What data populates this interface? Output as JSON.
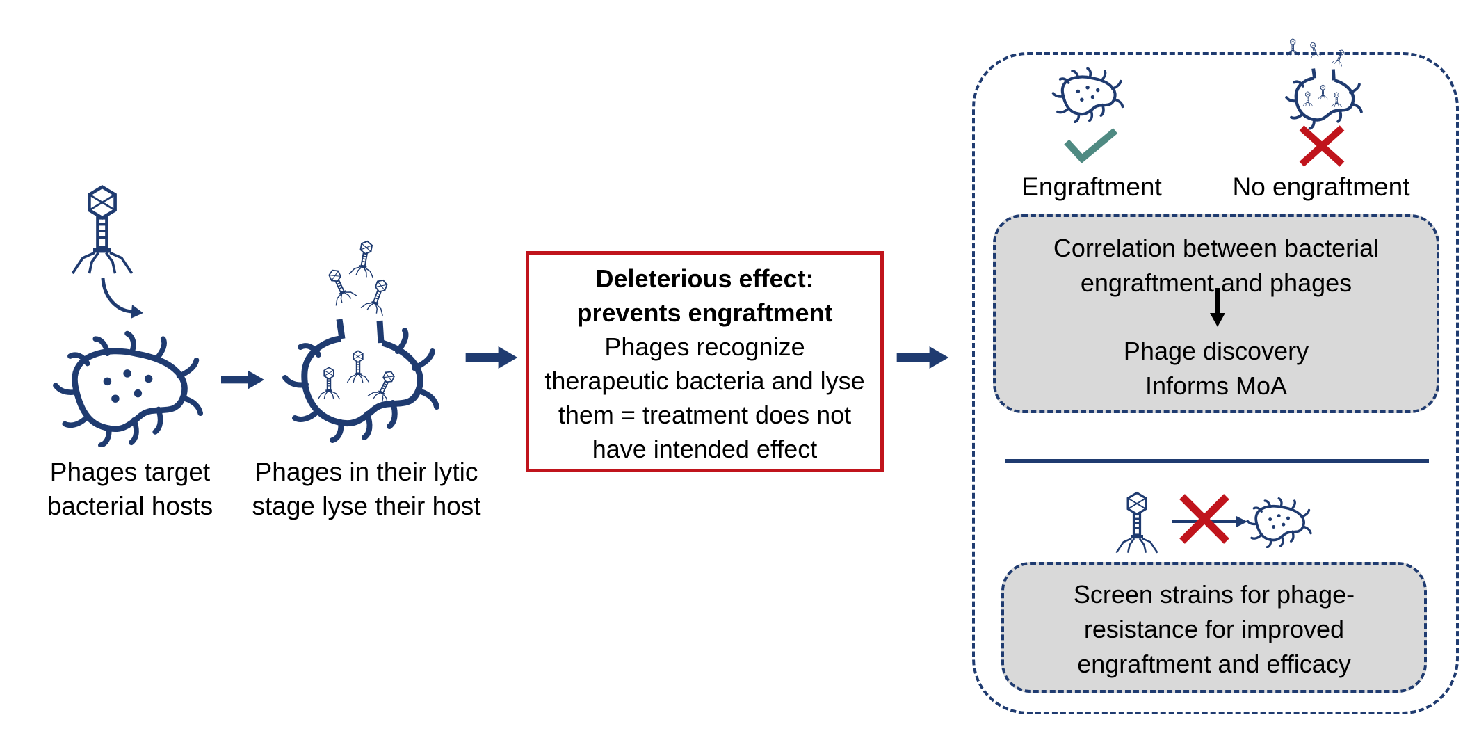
{
  "colors": {
    "navy": "#1f3b70",
    "red": "#c0141c",
    "teal": "#4f8a82",
    "gray_fill": "#d9d9d9"
  },
  "left_panel": {
    "step1_caption": [
      "Phages target",
      "bacterial hosts"
    ],
    "step2_caption": [
      "Phages in their lytic",
      "stage lyse their host"
    ]
  },
  "effect_box": {
    "title": "Deleterious effect: prevents engraftment",
    "body": "Phages recognize therapeutic bacteria and lyse them = treatment does not have intended effect"
  },
  "right_panel": {
    "engraftment_label": "Engraftment",
    "no_engraftment_label": "No engraftment",
    "correlation_box": {
      "line1": "Correlation between bacterial",
      "line2": "engraftment and phages",
      "line3": "Phage discovery",
      "line4": "Informs MoA"
    },
    "screen_box": {
      "line1": "Screen strains for phage-",
      "line2": "resistance for improved",
      "line3": "engraftment and efficacy"
    }
  },
  "icons": [
    "bacteriophage-icon",
    "curved-arrow-icon",
    "bacterium-icon",
    "lysed-bacterium-icon",
    "flow-arrow-icon",
    "check-icon",
    "cross-icon"
  ]
}
